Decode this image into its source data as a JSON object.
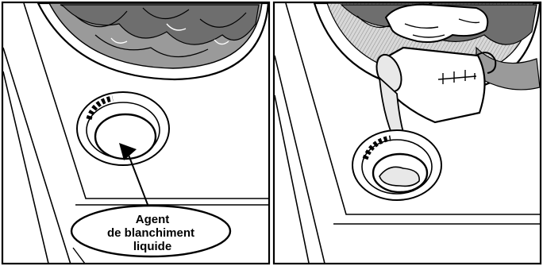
{
  "illustration": {
    "panels": [
      {
        "id": "left",
        "callout": {
          "lines": [
            "Agent",
            "de blanchiment",
            "liquide"
          ]
        }
      },
      {
        "id": "right"
      }
    ]
  },
  "colors": {
    "outline": "#000000",
    "background": "#ffffff",
    "laundry_dark": "#6e6e6e",
    "laundry_mid": "#9a9a9a",
    "laundry_light": "#c8c8c8",
    "basket_shade": "#bdbdbd",
    "liquid": "#e8e8e8"
  },
  "icons": [
    "bleach-dispenser-icon",
    "measuring-cup-icon",
    "hand-icon",
    "laundry-icon"
  ]
}
